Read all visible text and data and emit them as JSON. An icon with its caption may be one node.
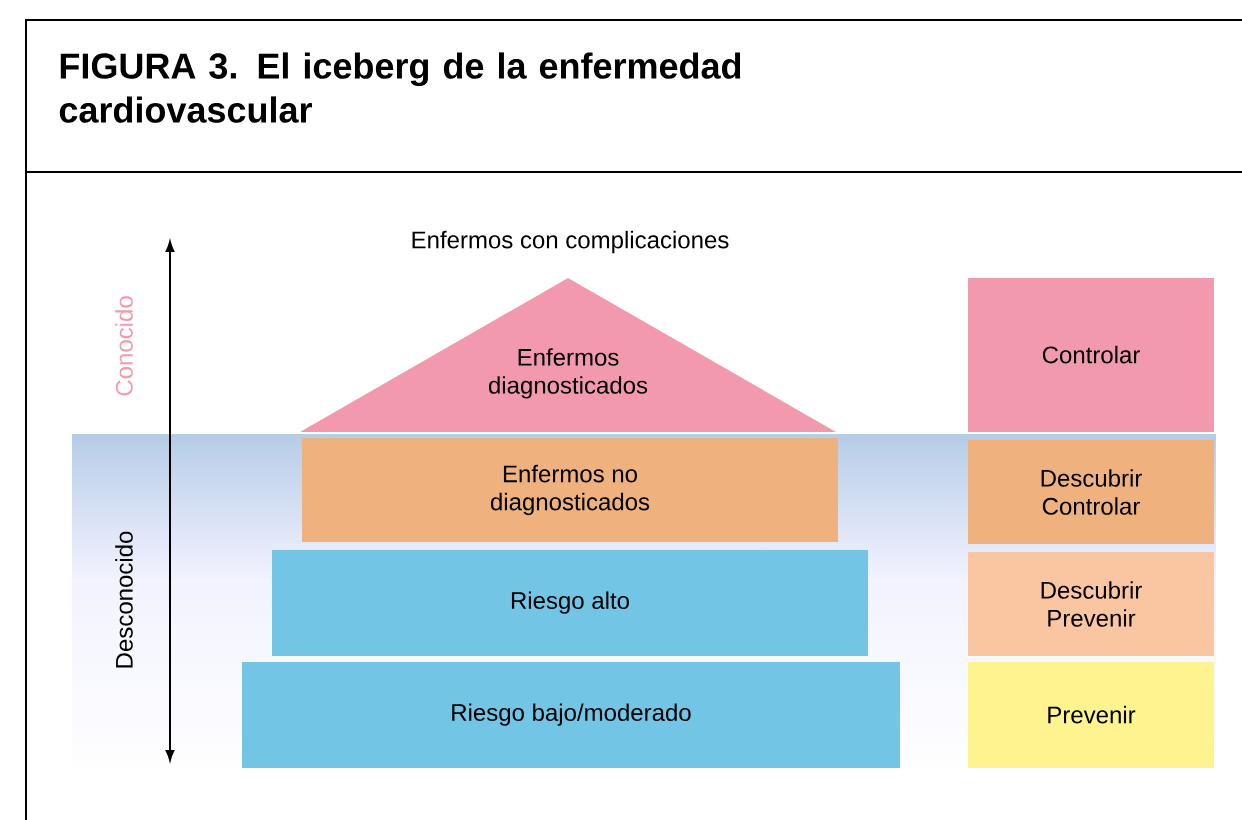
{
  "diagram": {
    "title": "FIGURA 3. El iceberg de la enfermedad cardiovascular",
    "nodes": [
      {
        "text": [
          "Enfermos diagnosticados"
        ]
      },
      {
        "text": [
          "Controlar"
        ]
      },
      {
        "text": [
          "Enfermos no diagnosticados"
        ]
      },
      {
        "text": [
          "Descubrir Controlar"
        ]
      },
      {
        "text": [
          "Riesgo alto"
        ]
      },
      {
        "text": [
          "Descubrir Prevenir"
        ]
      },
      {
        "text": [
          "Riesgo bajo/moderado"
        ]
      },
      {
        "text": [
          "Prevenir"
        ]
      }
    ],
    "labels": [
      "Enfermos con complicaciones",
      "Conocido",
      "Desconocido"
    ]
  }
}
